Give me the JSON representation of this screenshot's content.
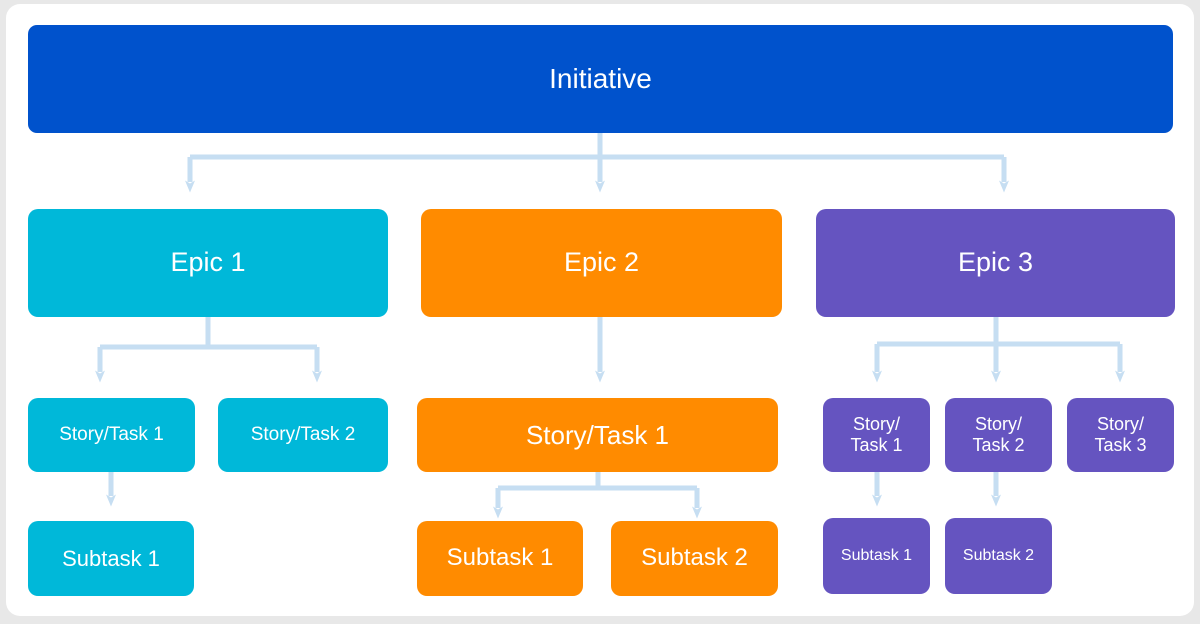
{
  "page": {
    "title": "Jira issue hierarchy diagram",
    "background_color": "#e8e8e8",
    "card_color": "#ffffff"
  },
  "colors": {
    "initiative": "#0052CC",
    "epic1": "#00B8D9",
    "epic2": "#FF8B00",
    "epic3": "#6554C0",
    "connector": "#C6DEF2",
    "text": "#FFFFFF"
  },
  "diagram": {
    "type": "hierarchy-tree",
    "levels": [
      "Initiative",
      "Epic",
      "Story/Task",
      "Subtask"
    ],
    "root": {
      "label": "Initiative",
      "color": "#0052CC"
    },
    "branches": [
      {
        "epic": {
          "label": "Epic 1",
          "color": "#00B8D9"
        },
        "stories": [
          {
            "label": "Story/Task 1",
            "subtasks": [
              {
                "label": "Subtask 1"
              }
            ]
          },
          {
            "label": "Story/Task 2",
            "subtasks": []
          }
        ]
      },
      {
        "epic": {
          "label": "Epic 2",
          "color": "#FF8B00"
        },
        "stories": [
          {
            "label": "Story/Task 1",
            "subtasks": [
              {
                "label": "Subtask 1"
              },
              {
                "label": "Subtask 2"
              }
            ]
          }
        ]
      },
      {
        "epic": {
          "label": "Epic 3",
          "color": "#6554C0"
        },
        "stories": [
          {
            "label": "Story/\nTask 1",
            "subtasks": [
              {
                "label": "Subtask 1"
              }
            ]
          },
          {
            "label": "Story/\nTask 2",
            "subtasks": [
              {
                "label": "Subtask 2"
              }
            ]
          },
          {
            "label": "Story/\nTask 3",
            "subtasks": []
          }
        ]
      }
    ]
  },
  "nodes": {
    "initiative": {
      "label": "Initiative"
    },
    "epic1": {
      "label": "Epic 1"
    },
    "epic2": {
      "label": "Epic 2"
    },
    "epic3": {
      "label": "Epic 3"
    },
    "e1_story1": {
      "label": "Story/Task 1"
    },
    "e1_story2": {
      "label": "Story/Task 2"
    },
    "e1_subtask1": {
      "label": "Subtask 1"
    },
    "e2_story1": {
      "label": "Story/Task 1"
    },
    "e2_subtask1": {
      "label": "Subtask 1"
    },
    "e2_subtask2": {
      "label": "Subtask 2"
    },
    "e3_story1": {
      "label": "Story/\nTask 1"
    },
    "e3_story2": {
      "label": "Story/\nTask 2"
    },
    "e3_story3": {
      "label": "Story/\nTask 3"
    },
    "e3_subtask1": {
      "label": "Subtask 1"
    },
    "e3_subtask2": {
      "label": "Subtask 2"
    }
  }
}
